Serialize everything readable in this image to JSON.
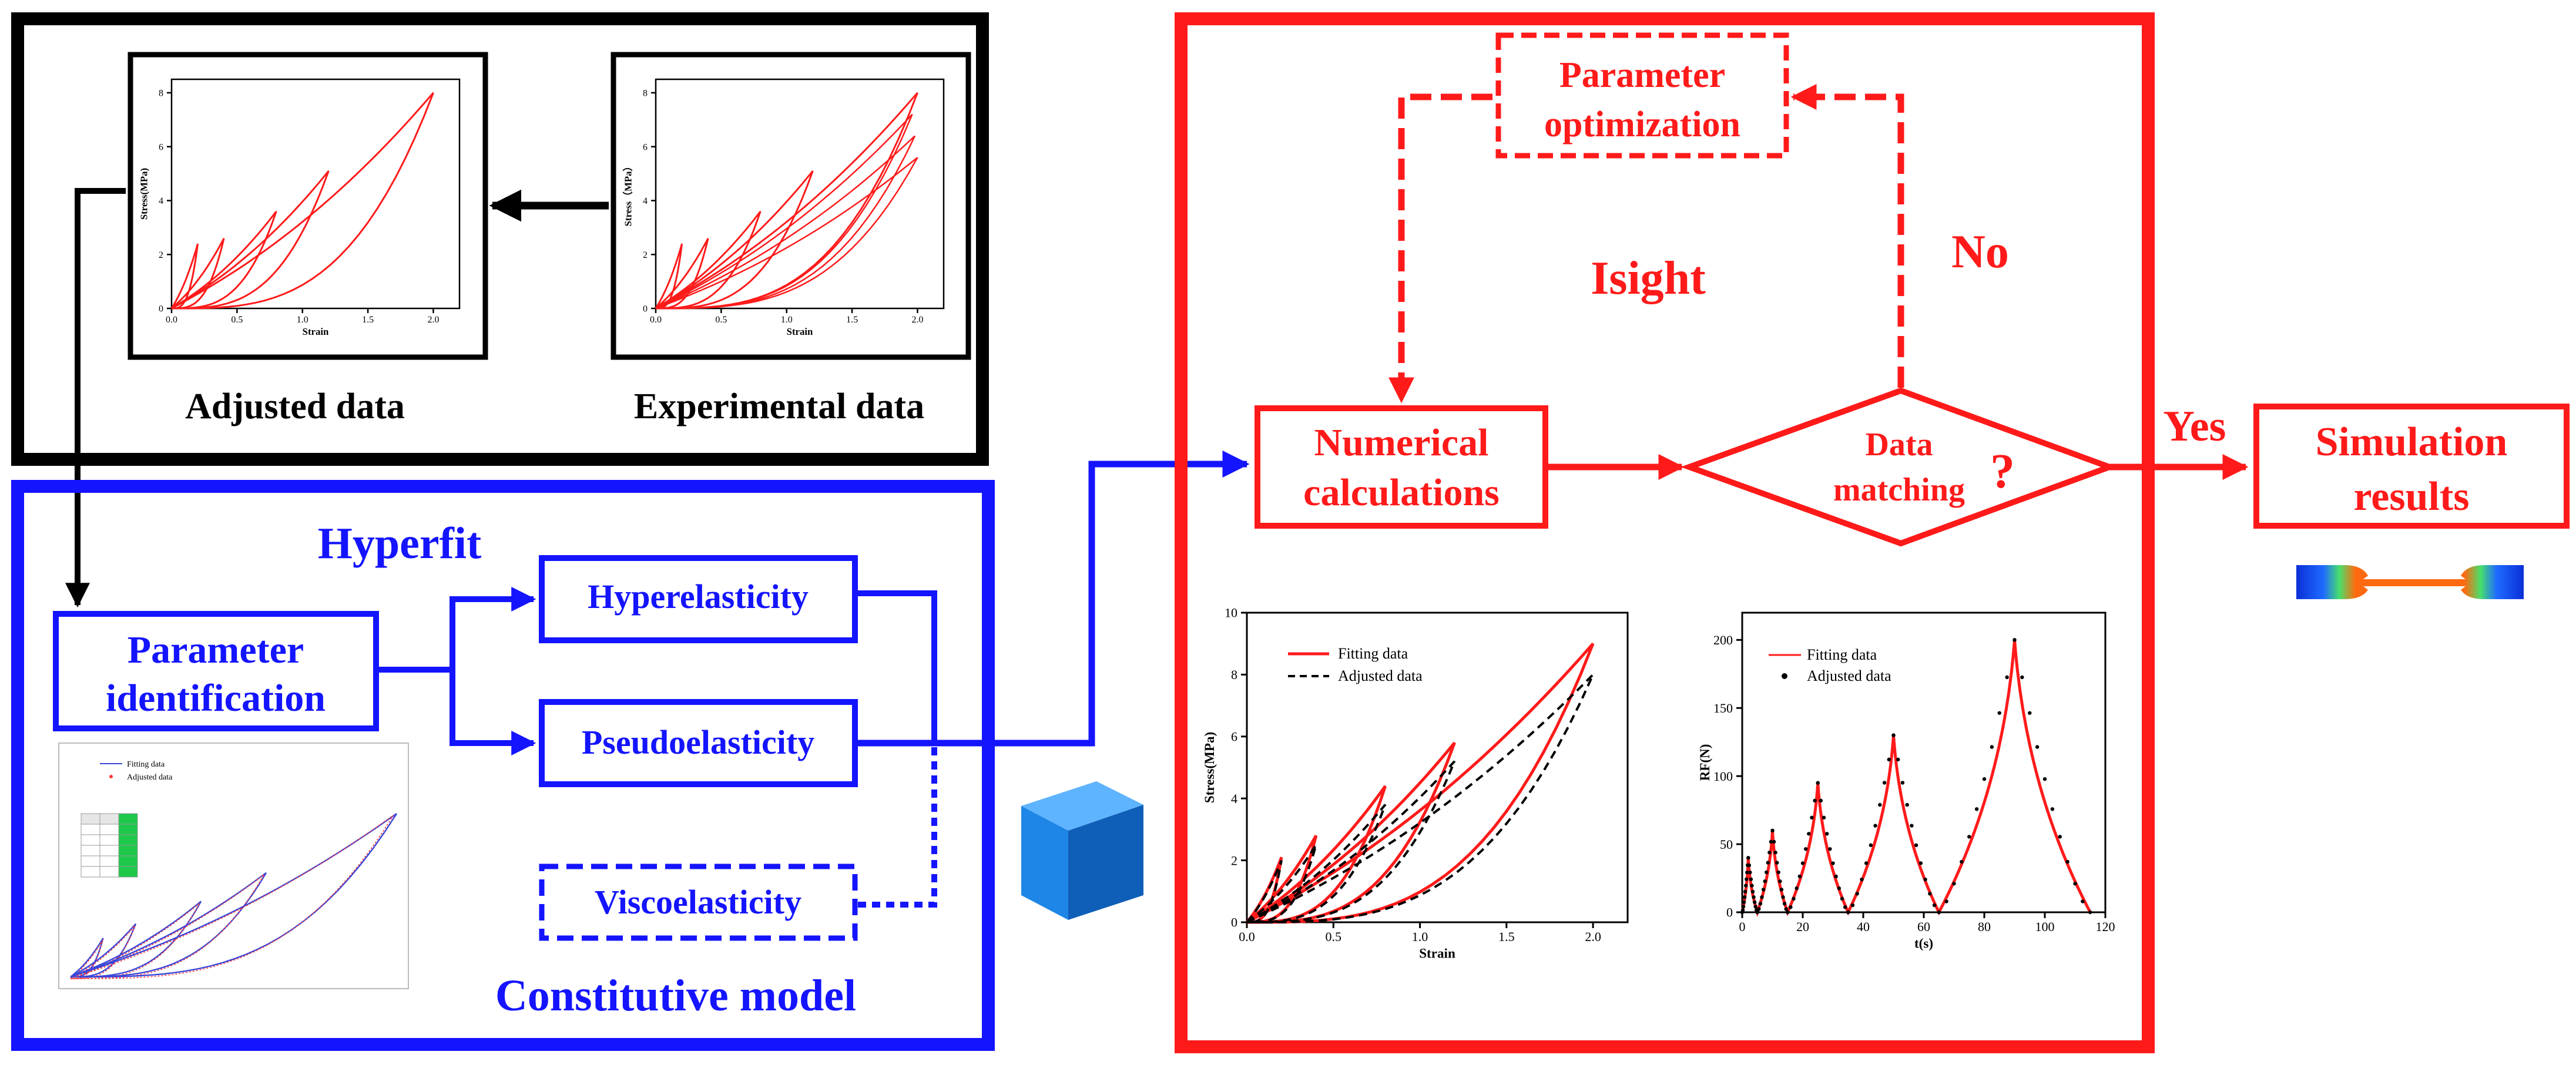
{
  "colors": {
    "red": "#ff1a1a",
    "blue": "#1414ff",
    "black": "#000000",
    "green": "#1ec84b"
  },
  "labels": {
    "adjusted_data": "Adjusted data",
    "experimental_data": "Experimental data",
    "hyperfit": "Hyperfit",
    "parameter_identification_1": "Parameter",
    "parameter_identification_2": "identification",
    "hyperelasticity": "Hyperelasticity",
    "pseudoelasticity": "Pseudoelasticity",
    "viscoelasticity": "Viscoelasticity",
    "constitutive_model": "Constitutive model",
    "parameter_optimization_1": "Parameter",
    "parameter_optimization_2": "optimization",
    "isight": "Isight",
    "no": "No",
    "yes": "Yes",
    "numerical_calculations_1": "Numerical",
    "numerical_calculations_2": "calculations",
    "data_matching_1": "Data",
    "data_matching_2": "matching",
    "question_mark": "?",
    "simulation_results_1": "Simulation",
    "simulation_results_2": "results"
  },
  "chart_data": [
    {
      "id": "adjusted",
      "type": "line",
      "xlabel": "Strain",
      "ylabel": "Stress(MPa)",
      "xlim": [
        0,
        2.2
      ],
      "ylim": [
        0,
        8.5
      ],
      "xticks": [
        0.0,
        0.5,
        1.0,
        1.5,
        2.0
      ],
      "xtick_labels": [
        "0.0",
        "0.5",
        "1.0",
        "1.5",
        "2.0"
      ],
      "yticks": [
        0,
        2,
        4,
        6,
        8
      ],
      "ytick_labels": [
        "0",
        "2",
        "4",
        "6",
        "8"
      ],
      "loops": [
        {
          "strain": 0.2,
          "stress": 2.4
        },
        {
          "strain": 0.4,
          "stress": 2.6
        },
        {
          "strain": 0.8,
          "stress": 3.6
        },
        {
          "strain": 1.2,
          "stress": 5.1
        },
        {
          "strain": 2.0,
          "stress": 8.0
        }
      ]
    },
    {
      "id": "experimental",
      "type": "line",
      "xlabel": "Strain",
      "ylabel": "Stress（MPa）",
      "xlim": [
        0,
        2.2
      ],
      "ylim": [
        0,
        8.5
      ],
      "xticks": [
        0.0,
        0.5,
        1.0,
        1.5,
        2.0
      ],
      "xtick_labels": [
        "0.0",
        "0.5",
        "1.0",
        "1.5",
        "2.0"
      ],
      "yticks": [
        0,
        2,
        4,
        6,
        8
      ],
      "ytick_labels": [
        "0",
        "2",
        "4",
        "6",
        "8"
      ],
      "loops": [
        {
          "strain": 0.2,
          "stress": 2.4
        },
        {
          "strain": 0.4,
          "stress": 2.6
        },
        {
          "strain": 0.8,
          "stress": 3.6
        },
        {
          "strain": 1.2,
          "stress": 5.1
        },
        {
          "strain": 2.0,
          "stress": 8.0
        }
      ]
    },
    {
      "id": "stress_fit",
      "type": "line",
      "xlabel": "Strain",
      "ylabel": "Stress(MPa)",
      "xlim": [
        0,
        2.2
      ],
      "ylim": [
        0,
        10
      ],
      "xticks": [
        0.0,
        0.5,
        1.0,
        1.5,
        2.0
      ],
      "xtick_labels": [
        "0.0",
        "0.5",
        "1.0",
        "1.5",
        "2.0"
      ],
      "yticks": [
        0,
        2,
        4,
        6,
        8,
        10
      ],
      "ytick_labels": [
        "0",
        "2",
        "4",
        "6",
        "8",
        "10"
      ],
      "legend": [
        "Fitting data",
        "Adjusted data"
      ],
      "series": [
        {
          "name": "Fitting data",
          "loops": [
            {
              "strain": 0.2,
              "stress": 2.1
            },
            {
              "strain": 0.4,
              "stress": 2.8
            },
            {
              "strain": 0.8,
              "stress": 4.4
            },
            {
              "strain": 1.2,
              "stress": 5.8
            },
            {
              "strain": 2.0,
              "stress": 9.0
            }
          ]
        },
        {
          "name": "Adjusted data",
          "loops": [
            {
              "strain": 0.2,
              "stress": 2.0
            },
            {
              "strain": 0.4,
              "stress": 2.5
            },
            {
              "strain": 0.8,
              "stress": 3.8
            },
            {
              "strain": 1.2,
              "stress": 5.2
            },
            {
              "strain": 2.0,
              "stress": 8.0
            }
          ]
        }
      ]
    },
    {
      "id": "rf_time",
      "type": "line",
      "xlabel": "t(s)",
      "ylabel": "RF(N)",
      "xlim": [
        0,
        120
      ],
      "ylim": [
        0,
        220
      ],
      "xticks": [
        0,
        20,
        40,
        60,
        80,
        100,
        120
      ],
      "xtick_labels": [
        "0",
        "20",
        "40",
        "60",
        "80",
        "100",
        "120"
      ],
      "yticks": [
        0,
        50,
        100,
        150,
        200
      ],
      "ytick_labels": [
        "0",
        "50",
        "100",
        "150",
        "200"
      ],
      "legend": [
        "Fitting data",
        "Adjusted data"
      ],
      "series": [
        {
          "name": "Fitting data",
          "x": [
            0,
            2,
            5,
            10,
            15,
            25,
            35,
            50,
            65,
            90,
            115
          ],
          "y": [
            0,
            40,
            0,
            60,
            0,
            95,
            0,
            130,
            0,
            200,
            0
          ]
        },
        {
          "name": "Adjusted data",
          "x": [
            0,
            2,
            5,
            10,
            15,
            25,
            35,
            50,
            65,
            90,
            115
          ],
          "y": [
            0,
            40,
            0,
            60,
            0,
            95,
            0,
            130,
            0,
            200,
            0
          ]
        }
      ]
    },
    {
      "id": "hyperfit_thumb",
      "type": "line",
      "legend": [
        "Fitting data",
        "Adjusted data"
      ],
      "loops": [
        {
          "strain": 0.2,
          "stress": 1.9
        },
        {
          "strain": 0.4,
          "stress": 2.6
        },
        {
          "strain": 0.8,
          "stress": 3.7
        },
        {
          "strain": 1.2,
          "stress": 5.1
        },
        {
          "strain": 2.0,
          "stress": 8.0
        }
      ]
    }
  ]
}
